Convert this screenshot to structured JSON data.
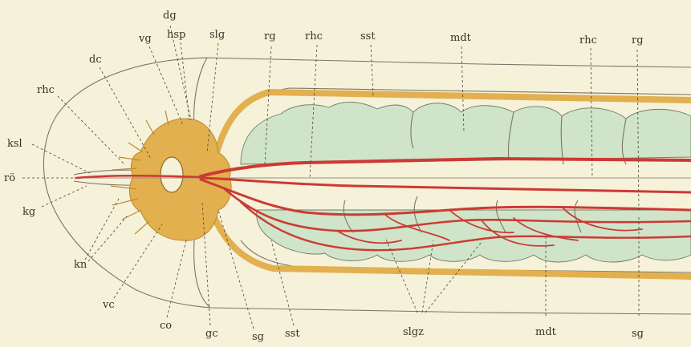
{
  "figure": {
    "labels": {
      "dg": "dg",
      "vg": "vg",
      "hsp": "hsp",
      "slg": "slg",
      "rg_top_1": "rg",
      "rhc_top_1": "rhc",
      "sst_top": "sst",
      "mdt_top": "mdt",
      "rhc_top_2": "rhc",
      "rg_top_2": "rg",
      "dc": "dc",
      "rhc_left": "rhc",
      "ksl": "ksl",
      "ro": "rö",
      "kg": "kg",
      "kn": "kn",
      "vc": "vc",
      "co": "co",
      "gc": "gc",
      "sg_bottom_1": "sg",
      "sst_bottom": "sst",
      "slgz": "slgz",
      "mdt_bottom": "mdt",
      "sg_bottom_2": "sg"
    },
    "colors": {
      "background": "#f6f1d9",
      "nerve_tissue": "#e2b04f",
      "blood_vessels": "#cc3a34",
      "gut_tissue": "#cfe4c8",
      "outline": "#7c7468"
    }
  }
}
